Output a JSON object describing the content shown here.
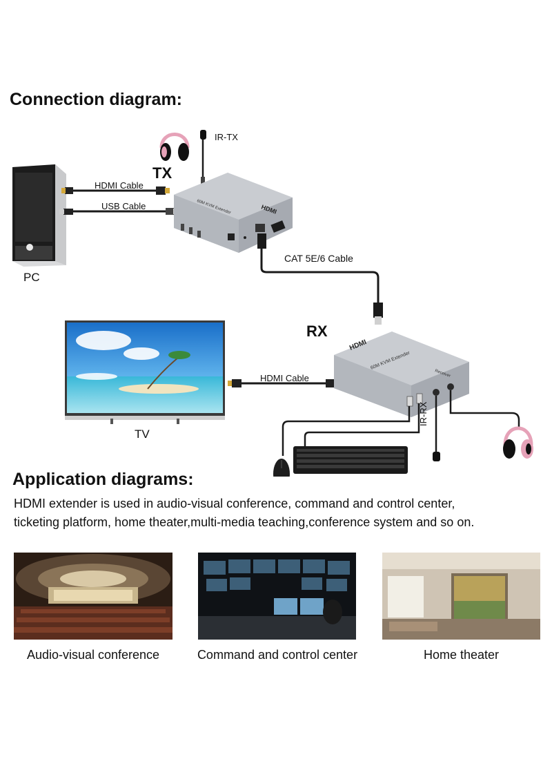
{
  "connection": {
    "title": "Connection diagram:",
    "labels": {
      "ir_tx": "IR-TX",
      "tx": "TX",
      "hdmi_cable_top": "HDMI Cable",
      "usb_cable": "USB Cable",
      "pc": "PC",
      "cat_cable": "CAT 5E/6 Cable",
      "rx": "RX",
      "hdmi_cable_bottom": "HDMI Cable",
      "tv": "TV",
      "ir_rx": "IR-RX"
    },
    "device_text": {
      "brand": "HDMI",
      "model": "60M KVM Extender",
      "receiver": "Receiver"
    }
  },
  "application": {
    "title": "Application diagrams:",
    "description_line1": "HDMI extender is used in audio-visual conference, command and control center,",
    "description_line2": "ticketing platform, home theater,multi-media teaching,conference system and so on.",
    "scenes": [
      {
        "caption": "Audio-visual conference"
      },
      {
        "caption": "Command and control center"
      },
      {
        "caption": "Home theater"
      }
    ]
  },
  "colors": {
    "device_silver": "#b9bcc2",
    "cable": "#1a1a1a",
    "headphone_pink": "#e6a2b8"
  }
}
